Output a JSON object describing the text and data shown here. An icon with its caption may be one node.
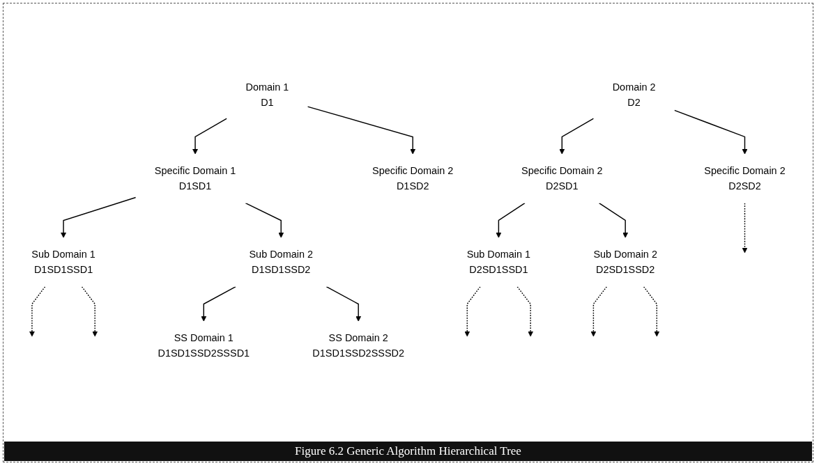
{
  "diagram": {
    "caption": "Figure 6.2 Generic Algorithm Hierarchical Tree",
    "nodes": [
      {
        "text": [
          "Domain 1",
          "D1"
        ]
      },
      {
        "text": [
          "Specific Domain 1",
          "D1SD1"
        ]
      },
      {
        "text": [
          "Specific Domain 2",
          "D1SD2"
        ]
      },
      {
        "text": [
          "Sub Domain 1",
          "D1SD1SSD1"
        ]
      },
      {
        "text": [
          "Sub Domain 2",
          "D1SD1SSD2"
        ]
      },
      {
        "text": [
          "SS Domain 1",
          "D1SD1SSD2SSSD1"
        ]
      },
      {
        "text": [
          "SS Domain 2",
          "D1SD1SSD2SSSD2"
        ]
      },
      {
        "text": [
          "Domain 2",
          "D2"
        ]
      },
      {
        "text": [
          "Specific Domain 2",
          "D2SD1"
        ]
      },
      {
        "text": [
          "Specific Domain 2",
          "D2SD2"
        ]
      },
      {
        "text": [
          "Sub Domain 1",
          "D2SD1SSD1"
        ]
      },
      {
        "text": [
          "Sub Domain 2",
          "D2SD1SSD2"
        ]
      }
    ],
    "edges": [
      {
        "from": 0,
        "to": 1,
        "arrow": "to"
      },
      {
        "from": 0,
        "to": 2,
        "arrow": "to"
      },
      {
        "from": 1,
        "to": 3,
        "arrow": "to"
      },
      {
        "from": 1,
        "to": 4,
        "arrow": "to"
      },
      {
        "from": 3,
        "to": null,
        "arrow": "to",
        "style": "dashed"
      },
      {
        "from": 3,
        "to": null,
        "arrow": "to",
        "style": "dashed"
      },
      {
        "from": 4,
        "to": 5,
        "arrow": "to"
      },
      {
        "from": 4,
        "to": 6,
        "arrow": "to"
      },
      {
        "from": 7,
        "to": 8,
        "arrow": "to"
      },
      {
        "from": 7,
        "to": 9,
        "arrow": "to"
      },
      {
        "from": 9,
        "to": null,
        "arrow": "to",
        "style": "dashed"
      },
      {
        "from": 8,
        "to": 10,
        "arrow": "to"
      },
      {
        "from": 8,
        "to": 11,
        "arrow": "to"
      },
      {
        "from": 10,
        "to": null,
        "arrow": "to",
        "style": "dashed"
      },
      {
        "from": 10,
        "to": null,
        "arrow": "to",
        "style": "dashed"
      },
      {
        "from": 11,
        "to": null,
        "arrow": "to",
        "style": "dashed"
      },
      {
        "from": 11,
        "to": null,
        "arrow": "to",
        "style": "dashed"
      }
    ]
  }
}
